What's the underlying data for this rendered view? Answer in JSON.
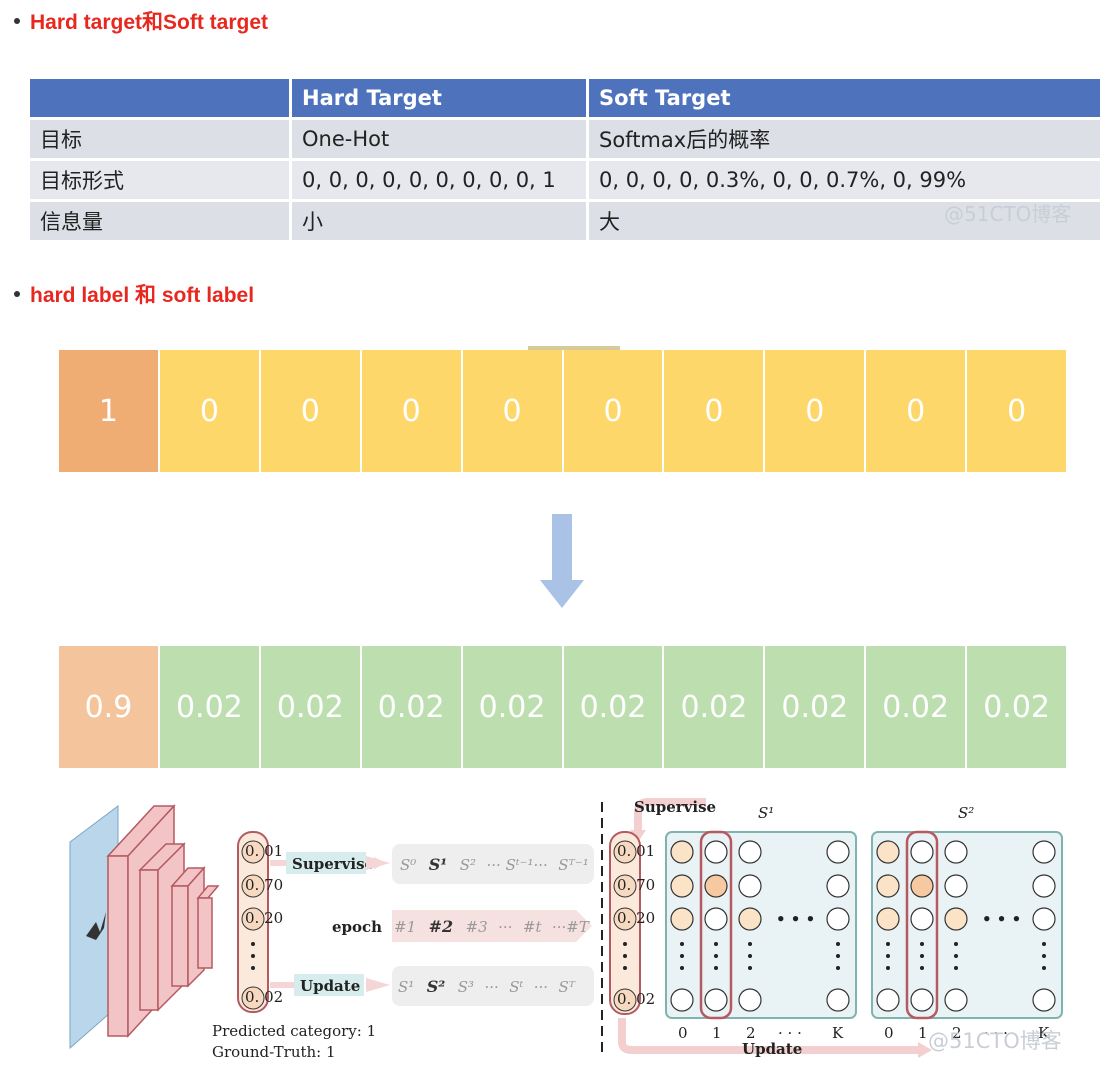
{
  "heading1": "Hard target和Soft target",
  "heading2": "hard label 和 soft label",
  "table": {
    "headers": [
      "",
      "Hard Target",
      "Soft Target"
    ],
    "rows": [
      [
        "目标",
        "One-Hot",
        "Softmax后的概率"
      ],
      [
        "目标形式",
        "0, 0, 0, 0, 0, 0, 0, 0, 0, 1",
        "0,  0,  0,  0,   0.3%,  0,  0, 0.7%,  0,  99%"
      ],
      [
        "信息量",
        "小",
        "大"
      ]
    ]
  },
  "watermark": "@51CTO博客",
  "hard_labels": [
    "1",
    "0",
    "0",
    "0",
    "0",
    "0",
    "0",
    "0",
    "0",
    "0"
  ],
  "soft_labels": [
    "0.9",
    "0.02",
    "0.02",
    "0.02",
    "0.02",
    "0.02",
    "0.02",
    "0.02",
    "0.02",
    "0.02"
  ],
  "diagram": {
    "probs": [
      "0. 01",
      "0. 70",
      "0. 20",
      "0. 02"
    ],
    "supervise": "Supervise",
    "epoch": "epoch",
    "update": "Update",
    "seq_supervise": [
      "S⁰",
      "S¹",
      "S²",
      "··· Sᵗ⁻¹···",
      "Sᵀ⁻¹"
    ],
    "seq_epoch": [
      "#1",
      "#2",
      "#3",
      "···",
      "#t",
      "···#T"
    ],
    "seq_update": [
      "S¹",
      "S²",
      "S³",
      "···",
      "Sᵗ",
      "···",
      "Sᵀ"
    ],
    "predicted": "Predicted category: 1",
    "ground_truth": "Ground-Truth: 1",
    "s1": "S¹",
    "s2": "S²",
    "axis": [
      "0",
      "1",
      "2",
      "· · ·",
      "K"
    ],
    "dots": "• • •"
  }
}
